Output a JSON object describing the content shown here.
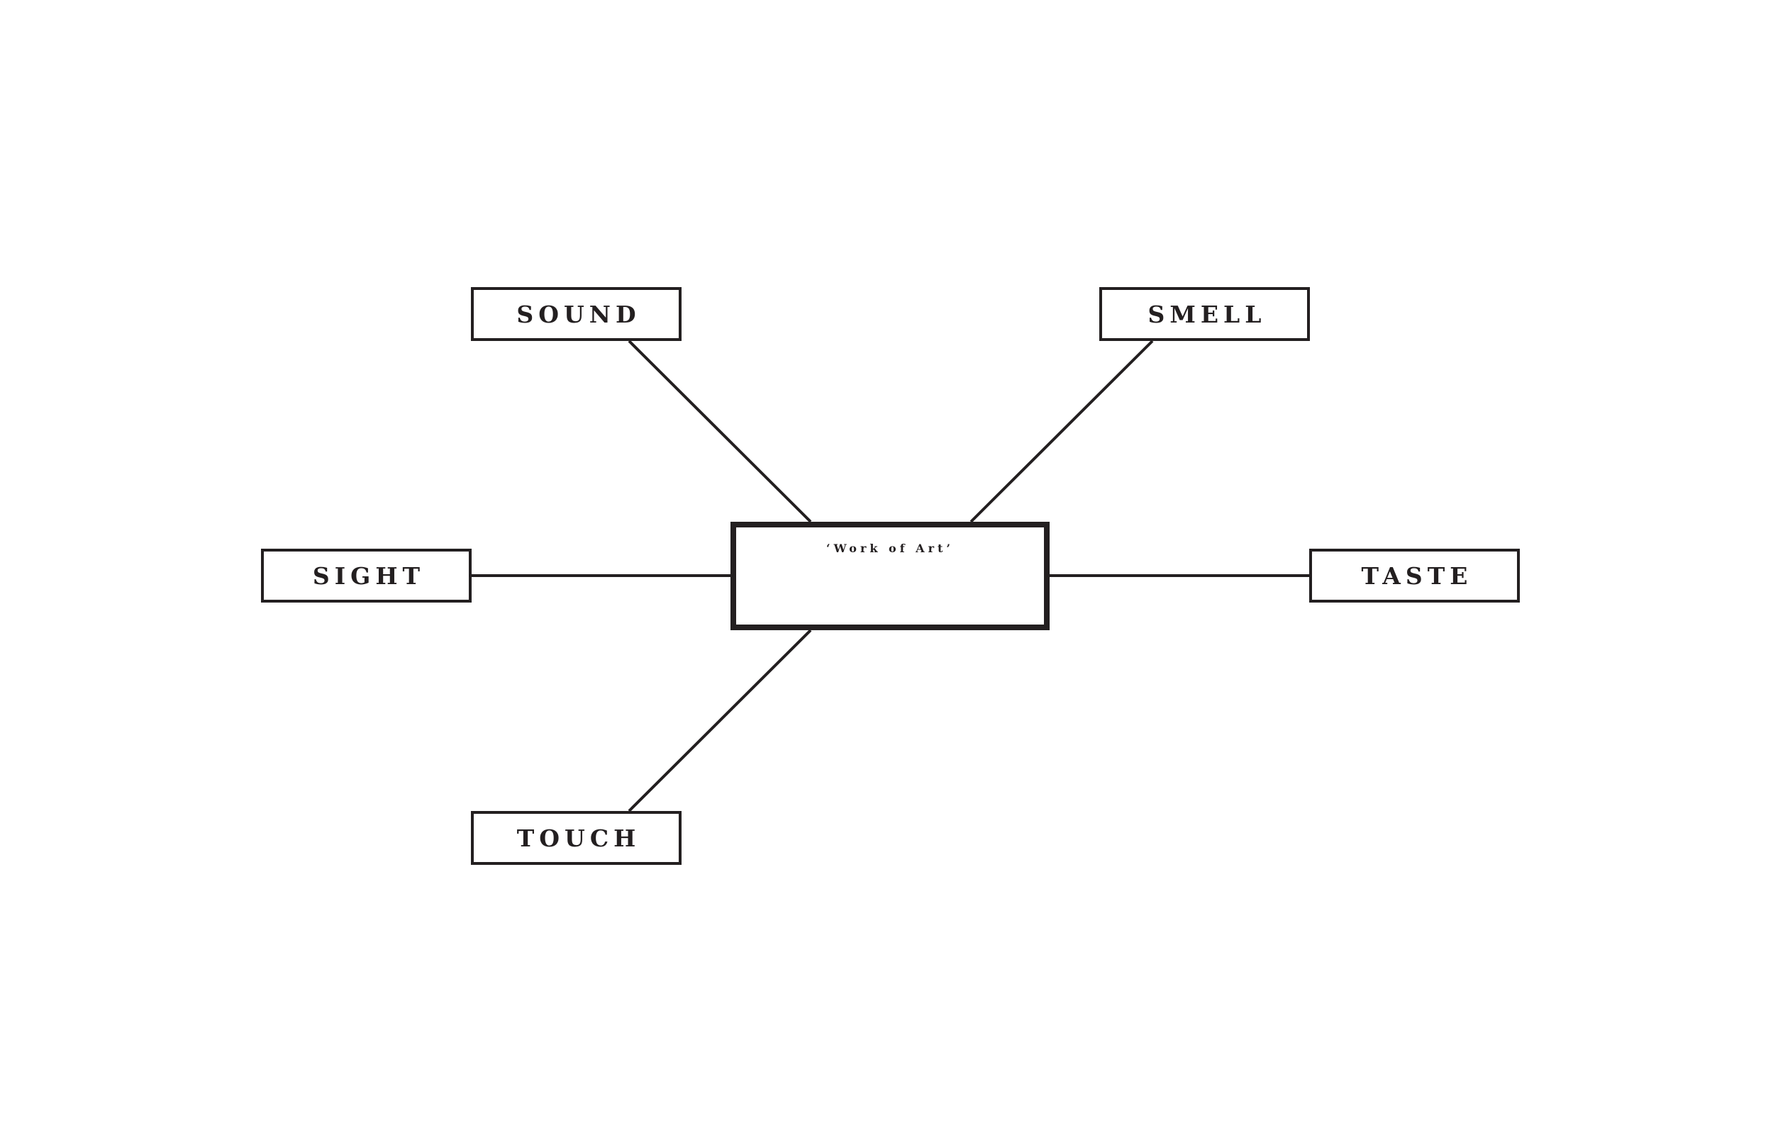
{
  "diagram": {
    "center": {
      "label": "‘Work of Art’"
    },
    "nodes": {
      "sound": "SOUND",
      "smell": "SMELL",
      "sight": "SIGHT",
      "taste": "TASTE",
      "touch": "TOUCH"
    }
  },
  "colors": {
    "stroke": "#231f20",
    "background": "#ffffff"
  }
}
